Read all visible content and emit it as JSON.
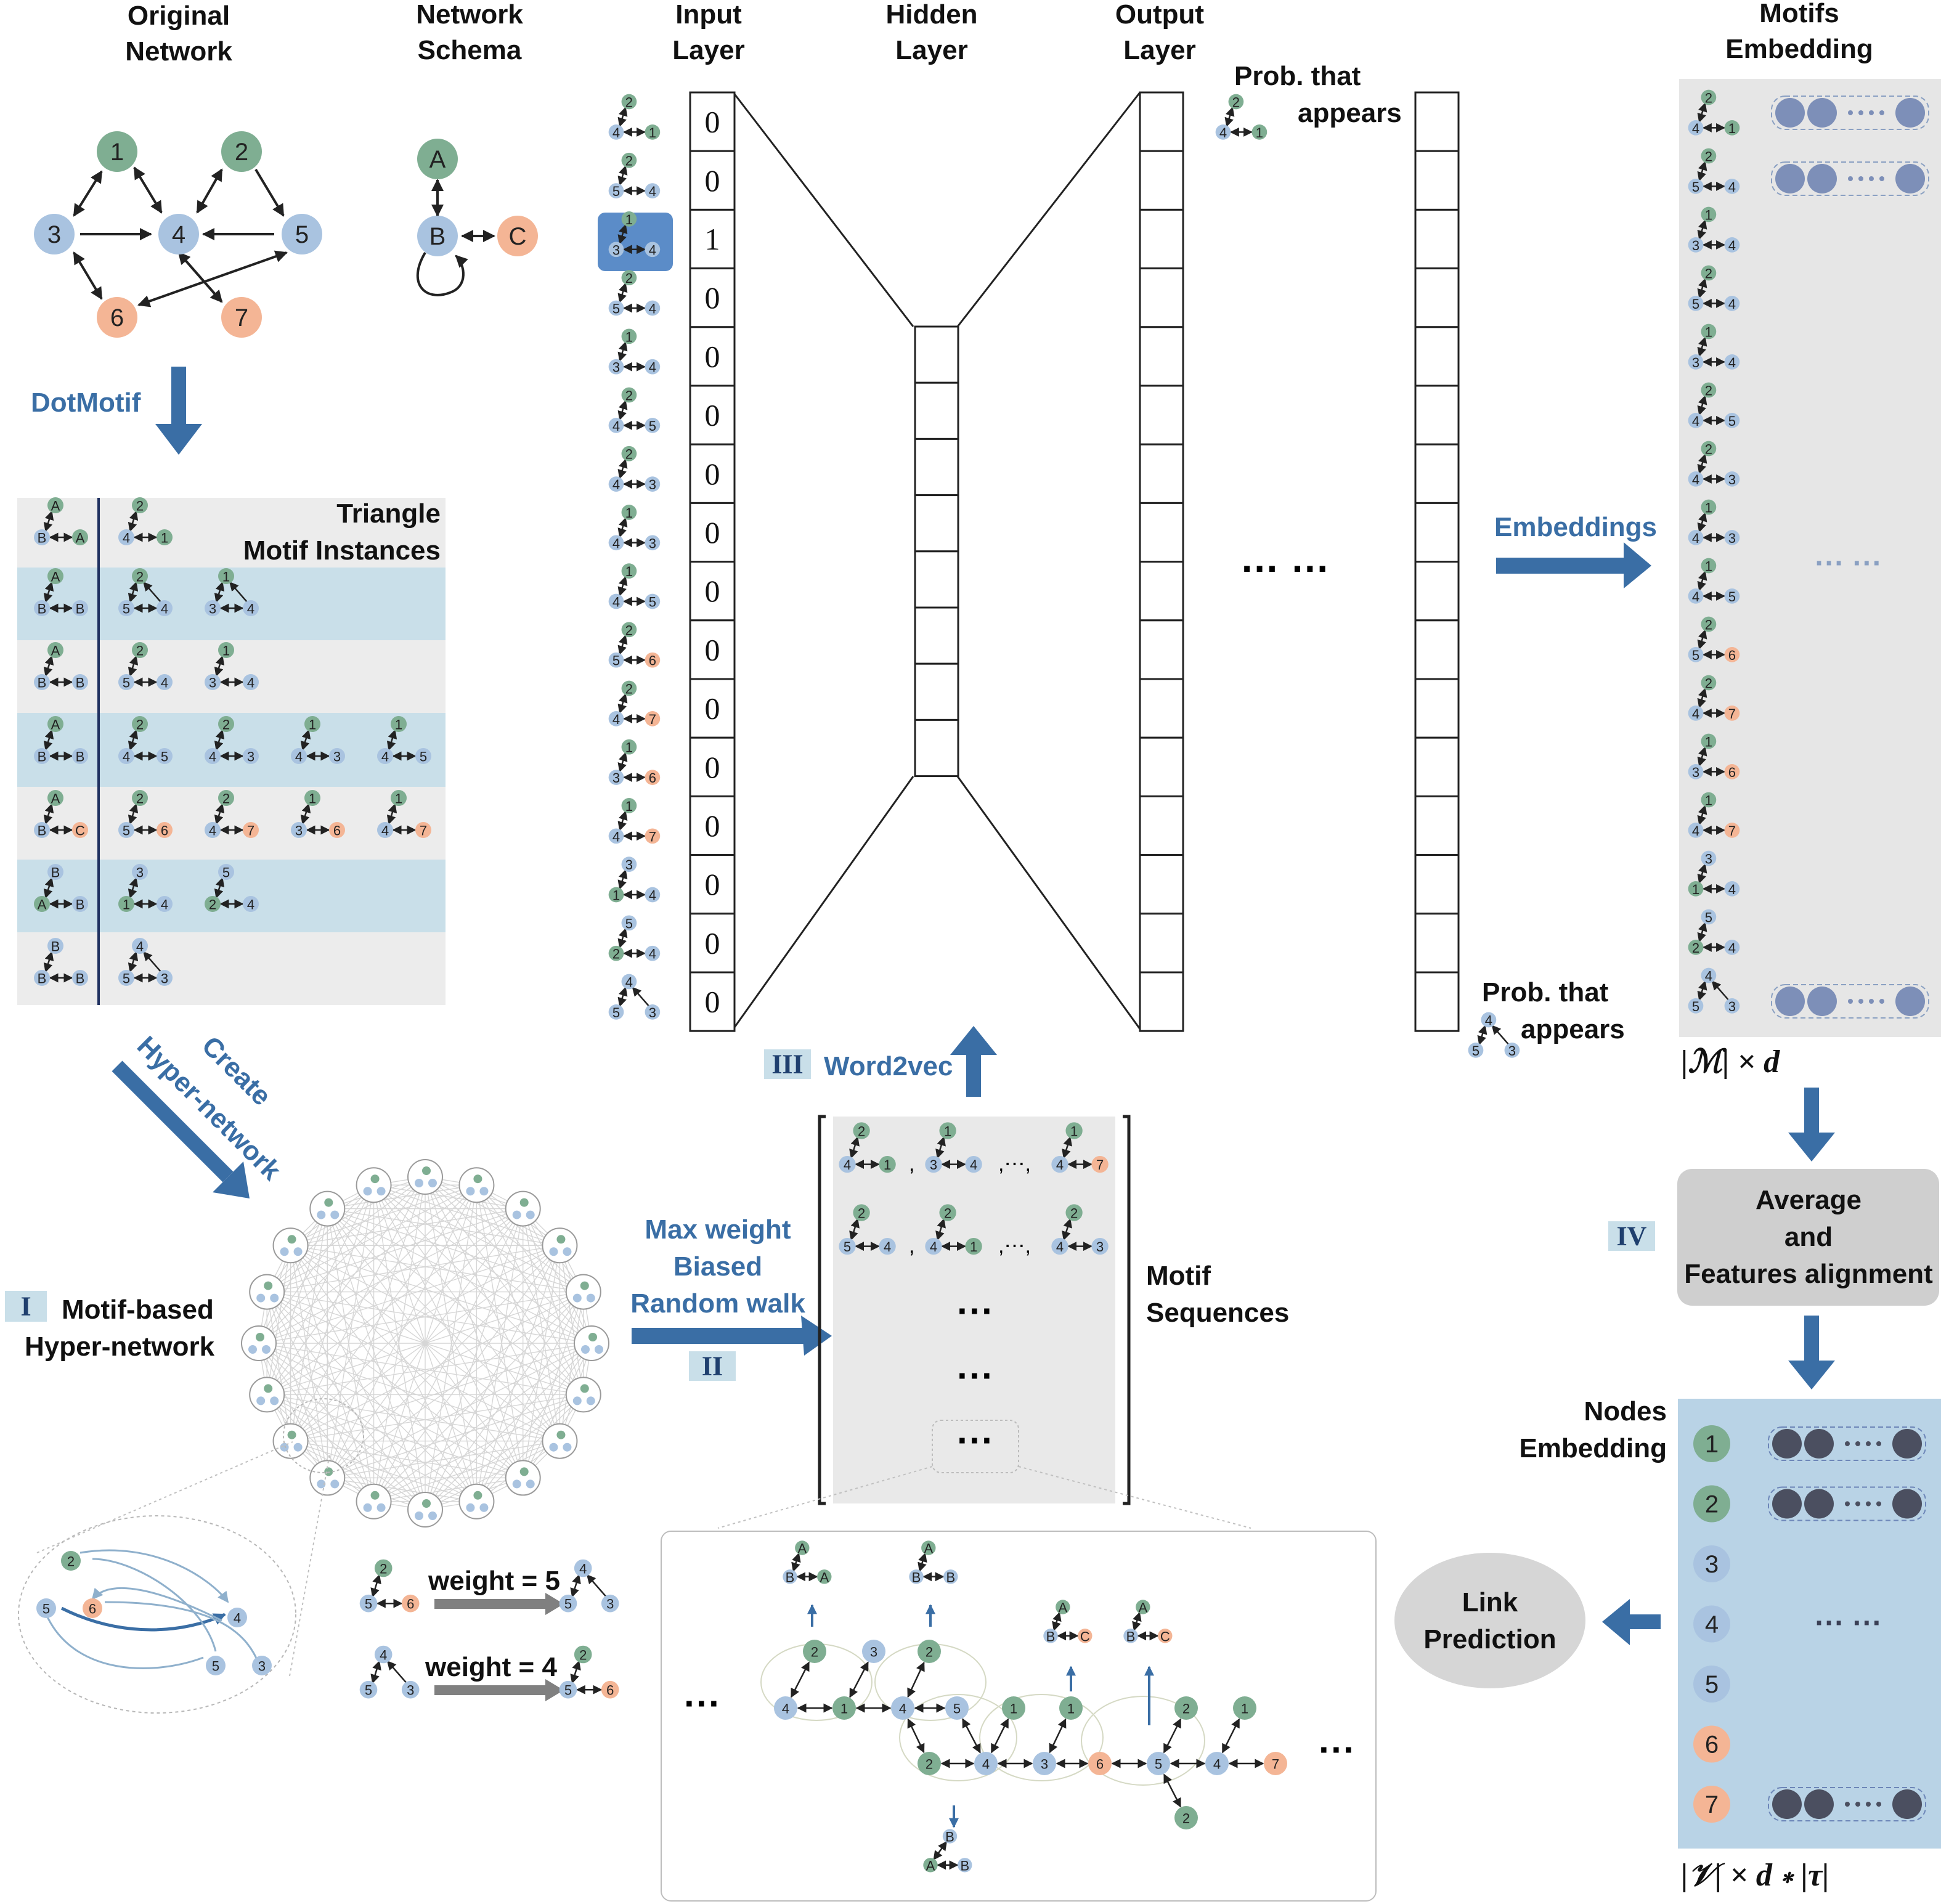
{
  "headers": {
    "original_network": [
      "Original",
      "Network"
    ],
    "network_schema": [
      "Network",
      "Schema"
    ],
    "input_layer": [
      "Input",
      "Layer"
    ],
    "hidden_layer": [
      "Hidden",
      "Layer"
    ],
    "output_layer": [
      "Output",
      "Layer"
    ],
    "motifs_embedding": [
      "Motifs",
      "Embedding"
    ]
  },
  "original_network": {
    "nodes": [
      {
        "id": "1",
        "color": "green"
      },
      {
        "id": "2",
        "color": "green"
      },
      {
        "id": "3",
        "color": "blue"
      },
      {
        "id": "4",
        "color": "blue"
      },
      {
        "id": "5",
        "color": "blue"
      },
      {
        "id": "6",
        "color": "orange"
      },
      {
        "id": "7",
        "color": "orange"
      }
    ]
  },
  "schema": {
    "nodes": [
      {
        "id": "A",
        "color": "green"
      },
      {
        "id": "B",
        "color": "blue"
      },
      {
        "id": "C",
        "color": "orange"
      }
    ]
  },
  "colors": {
    "green": "#7fae92",
    "blue": "#a9c3e0",
    "orange": "#f4b595",
    "accent_blue": "#3a6ea5",
    "row_blue": "#c9dfe9",
    "row_gray": "#ececec",
    "dark_embed": "#4b4f60",
    "light_embed": "#7d8fb8"
  },
  "labels": {
    "dotmotif": "DotMotif",
    "triangle_title": [
      "Triangle",
      "Motif Instances"
    ],
    "create_hyper": [
      "Create",
      "Hyper-network"
    ],
    "hyper_network": [
      "Motif-based",
      "Hyper-network"
    ],
    "step_I": "I",
    "step_II": "II",
    "step_III": "III",
    "step_IV": "IV",
    "random_walk": [
      "Max weight",
      "Biased",
      "Random walk"
    ],
    "word2vec": "Word2vec",
    "motif_sequences": [
      "Motif",
      "Sequences"
    ],
    "embeddings": "Embeddings",
    "prob_top": [
      "Prob.   that",
      "appears"
    ],
    "prob_bottom": [
      "Prob.   that",
      "appears"
    ],
    "ellipsis_mid": "… …",
    "ellipsis_emb": "···  ···",
    "ellipsis_dots": "···",
    "ellipsis_walk": "···",
    "motif_dim": "|ℳ| × d",
    "node_dim": "|𝒱| × d ∗ |τ|",
    "average": [
      "Average",
      "and",
      "Features alignment"
    ],
    "nodes_embedding": [
      "Nodes",
      "Embedding"
    ],
    "link_prediction": [
      "Link",
      "Prediction"
    ],
    "weight5": "weight = 5",
    "weight4": "weight = 4"
  },
  "input_vector": [
    "0",
    "0",
    "1",
    "0",
    "0",
    "0",
    "0",
    "0",
    "0",
    "0",
    "0",
    "0",
    "0",
    "0",
    "0",
    "0"
  ],
  "node_embedding_ids": [
    "1",
    "2",
    "3",
    "4",
    "5",
    "6",
    "7"
  ]
}
